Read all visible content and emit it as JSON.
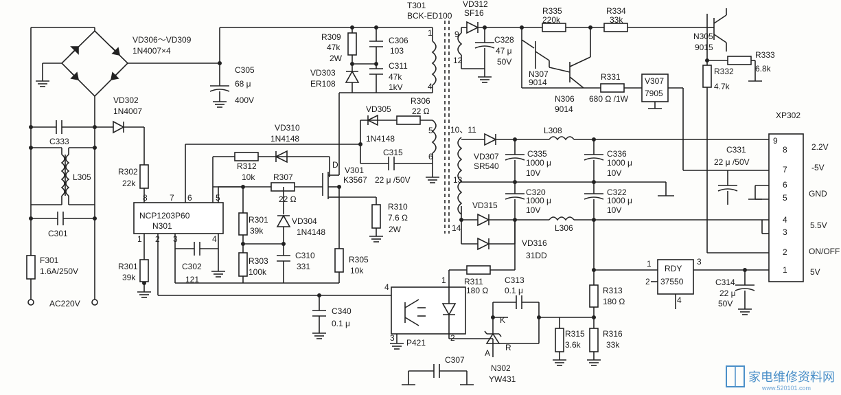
{
  "labels": [
    {
      "id": "vd306-309",
      "text": "VD306～VD309"
    },
    {
      "id": "vd306-309-part",
      "text": "1N4007×4"
    },
    {
      "id": "vd302",
      "text": "VD302"
    },
    {
      "id": "vd302-part",
      "text": "1N4007"
    },
    {
      "id": "c333",
      "text": "C333"
    },
    {
      "id": "l305",
      "text": "L305"
    },
    {
      "id": "c301",
      "text": "C301"
    },
    {
      "id": "f301",
      "text": "F301"
    },
    {
      "id": "f301-val",
      "text": "1.6A/250V"
    },
    {
      "id": "ac220v",
      "text": "AC220V"
    },
    {
      "id": "c305",
      "text": "C305"
    },
    {
      "id": "c305-val1",
      "text": "68 μ"
    },
    {
      "id": "c305-val2",
      "text": "400V"
    },
    {
      "id": "r302",
      "text": "R302"
    },
    {
      "id": "r302-val",
      "text": "22k"
    },
    {
      "id": "ic-name",
      "text": "NCP1203P60"
    },
    {
      "id": "ic-ref",
      "text": "N301"
    },
    {
      "id": "pin8",
      "text": "8"
    },
    {
      "id": "pin7",
      "text": "7"
    },
    {
      "id": "pin6",
      "text": "6"
    },
    {
      "id": "pin5",
      "text": "5"
    },
    {
      "id": "pin1",
      "text": "1"
    },
    {
      "id": "pin2",
      "text": "2"
    },
    {
      "id": "pin3",
      "text": "3"
    },
    {
      "id": "pin4",
      "text": "4"
    },
    {
      "id": "r301a",
      "text": "R301"
    },
    {
      "id": "r301a-val",
      "text": "39k"
    },
    {
      "id": "c302",
      "text": "C302"
    },
    {
      "id": "c302-val",
      "text": "121"
    },
    {
      "id": "t301",
      "text": "T301"
    },
    {
      "id": "t301-part",
      "text": "BCK-ED100"
    },
    {
      "id": "r309",
      "text": "R309"
    },
    {
      "id": "r309-val1",
      "text": "47k"
    },
    {
      "id": "r309-val2",
      "text": "2W"
    },
    {
      "id": "c306",
      "text": "C306"
    },
    {
      "id": "c306-val",
      "text": "103"
    },
    {
      "id": "c311",
      "text": "C311"
    },
    {
      "id": "c311-val1",
      "text": "47k"
    },
    {
      "id": "c311-val2",
      "text": "1kV"
    },
    {
      "id": "vd303",
      "text": "VD303"
    },
    {
      "id": "vd303-part",
      "text": "ER108"
    },
    {
      "id": "t-pin1",
      "text": "1"
    },
    {
      "id": "t-pin4",
      "text": "4"
    },
    {
      "id": "t-pin5",
      "text": "5"
    },
    {
      "id": "t-pin6",
      "text": "6"
    },
    {
      "id": "vd305",
      "text": "VD305"
    },
    {
      "id": "vd305-part",
      "text": "1N4148"
    },
    {
      "id": "r306",
      "text": "R306"
    },
    {
      "id": "r306-val",
      "text": "22 Ω"
    },
    {
      "id": "c315",
      "text": "C315"
    },
    {
      "id": "c315-val",
      "text": "22 μ /50V"
    },
    {
      "id": "vd310",
      "text": "VD310"
    },
    {
      "id": "vd310-part",
      "text": "1N4148"
    },
    {
      "id": "r312",
      "text": "R312"
    },
    {
      "id": "r312-val",
      "text": "10k"
    },
    {
      "id": "r307",
      "text": "R307"
    },
    {
      "id": "r307-val",
      "text": "22 Ω"
    },
    {
      "id": "mos-d",
      "text": "D"
    },
    {
      "id": "v301",
      "text": "V301"
    },
    {
      "id": "v301-part",
      "text": "K3567"
    },
    {
      "id": "r310",
      "text": "R310"
    },
    {
      "id": "r310-val1",
      "text": "7.6 Ω"
    },
    {
      "id": "r310-val2",
      "text": "2W"
    },
    {
      "id": "r301b",
      "text": "R301"
    },
    {
      "id": "r301b-val",
      "text": "39k"
    },
    {
      "id": "vd304",
      "text": "VD304"
    },
    {
      "id": "vd304-part",
      "text": "1N4148"
    },
    {
      "id": "r303",
      "text": "R303"
    },
    {
      "id": "r303-val",
      "text": "100k"
    },
    {
      "id": "c310",
      "text": "C310"
    },
    {
      "id": "c310-val",
      "text": "331"
    },
    {
      "id": "r305",
      "text": "R305"
    },
    {
      "id": "r305-val",
      "text": "10k"
    },
    {
      "id": "c340",
      "text": "C340"
    },
    {
      "id": "c340-val",
      "text": "0.1 μ"
    },
    {
      "id": "opto-pin4",
      "text": "4"
    },
    {
      "id": "opto-pin1",
      "text": "1"
    },
    {
      "id": "opto-pin3",
      "text": "3"
    },
    {
      "id": "opto-pin2",
      "text": "2"
    },
    {
      "id": "p421",
      "text": "P421"
    },
    {
      "id": "r311",
      "text": "R311"
    },
    {
      "id": "r311-val",
      "text": "180 Ω"
    },
    {
      "id": "c313",
      "text": "C313"
    },
    {
      "id": "c313-val",
      "text": "0.1 μ"
    },
    {
      "id": "tl-k",
      "text": "K"
    },
    {
      "id": "tl-a",
      "text": "A"
    },
    {
      "id": "tl-r",
      "text": "R"
    },
    {
      "id": "n302",
      "text": "N302"
    },
    {
      "id": "n302-part",
      "text": "YW431"
    },
    {
      "id": "c307",
      "text": "C307"
    },
    {
      "id": "r315",
      "text": "R315"
    },
    {
      "id": "r315-val",
      "text": "3.6k"
    },
    {
      "id": "r316",
      "text": "R316"
    },
    {
      "id": "r316-val",
      "text": "33k"
    },
    {
      "id": "r313",
      "text": "R313"
    },
    {
      "id": "r313-val",
      "text": "180 Ω"
    },
    {
      "id": "vd312",
      "text": "VD312"
    },
    {
      "id": "vd312-part",
      "text": "SF16"
    },
    {
      "id": "s-pin9",
      "text": "9"
    },
    {
      "id": "s-pin12",
      "text": "12"
    },
    {
      "id": "c328",
      "text": "C328"
    },
    {
      "id": "c328-val1",
      "text": "47 μ"
    },
    {
      "id": "c328-val2",
      "text": "50V"
    },
    {
      "id": "r335",
      "text": "R335"
    },
    {
      "id": "r335-val",
      "text": "220k"
    },
    {
      "id": "r334",
      "text": "R334"
    },
    {
      "id": "r334-val",
      "text": "33k"
    },
    {
      "id": "n307",
      "text": "N307"
    },
    {
      "id": "n307-part",
      "text": "9014"
    },
    {
      "id": "n306",
      "text": "N306"
    },
    {
      "id": "n306-part",
      "text": "9014"
    },
    {
      "id": "r331",
      "text": "R331"
    },
    {
      "id": "r331-val",
      "text": "680 Ω /1W"
    },
    {
      "id": "v307",
      "text": "V307"
    },
    {
      "id": "v307-part",
      "text": "7905"
    },
    {
      "id": "n305",
      "text": "N305"
    },
    {
      "id": "n305-part",
      "text": "9015"
    },
    {
      "id": "r333",
      "text": "R333"
    },
    {
      "id": "r333-val",
      "text": "6.8k"
    },
    {
      "id": "r332",
      "text": "R332"
    },
    {
      "id": "r332-val",
      "text": "4.7k"
    },
    {
      "id": "s-pin10-11",
      "text": "10、11"
    },
    {
      "id": "vd307",
      "text": "VD307"
    },
    {
      "id": "vd307-part",
      "text": "SR540"
    },
    {
      "id": "l308",
      "text": "L308"
    },
    {
      "id": "c335",
      "text": "C335"
    },
    {
      "id": "c335-val1",
      "text": "1000 μ"
    },
    {
      "id": "c335-val2",
      "text": "10V"
    },
    {
      "id": "c336",
      "text": "C336"
    },
    {
      "id": "c336-val1",
      "text": "1000 μ"
    },
    {
      "id": "c336-val2",
      "text": "10V"
    },
    {
      "id": "c331",
      "text": "C331"
    },
    {
      "id": "c331-val",
      "text": "22 μ /50V"
    },
    {
      "id": "s-pin13",
      "text": "13"
    },
    {
      "id": "c320",
      "text": "C320"
    },
    {
      "id": "c320-val1",
      "text": "1000 μ"
    },
    {
      "id": "c320-val2",
      "text": "10V"
    },
    {
      "id": "c322",
      "text": "C322"
    },
    {
      "id": "c322-val1",
      "text": "1000 μ"
    },
    {
      "id": "c322-val2",
      "text": "10V"
    },
    {
      "id": "s-pin14",
      "text": "14"
    },
    {
      "id": "vd315",
      "text": "VD315"
    },
    {
      "id": "l306",
      "text": "L306"
    },
    {
      "id": "vd316",
      "text": "VD316"
    },
    {
      "id": "vd316-part",
      "text": "31DD"
    },
    {
      "id": "rdy",
      "text": "RDY"
    },
    {
      "id": "rdy-part",
      "text": "37550"
    },
    {
      "id": "rdy-pin1",
      "text": "1"
    },
    {
      "id": "rdy-pin2",
      "text": "2"
    },
    {
      "id": "rdy-pin3",
      "text": "3"
    },
    {
      "id": "rdy-pin4",
      "text": "4"
    },
    {
      "id": "c314",
      "text": "C314"
    },
    {
      "id": "c314-val1",
      "text": "22 μ"
    },
    {
      "id": "c314-val2",
      "text": "50V"
    },
    {
      "id": "xp302",
      "text": "XP302"
    },
    {
      "id": "xp-9",
      "text": "9"
    },
    {
      "id": "xp-8",
      "text": "8"
    },
    {
      "id": "xp-7",
      "text": "7"
    },
    {
      "id": "xp-6",
      "text": "6"
    },
    {
      "id": "xp-5",
      "text": "5"
    },
    {
      "id": "xp-4",
      "text": "4"
    },
    {
      "id": "xp-3",
      "text": "3"
    },
    {
      "id": "xp-2",
      "text": "2"
    },
    {
      "id": "xp-1",
      "text": "1"
    },
    {
      "id": "out-22v",
      "text": "2.2V"
    },
    {
      "id": "out-m5v",
      "text": "-5V"
    },
    {
      "id": "out-gnd",
      "text": "GND"
    },
    {
      "id": "out-55v",
      "text": "5.5V"
    },
    {
      "id": "out-onoff",
      "text": "ON/OFF"
    },
    {
      "id": "out-5v",
      "text": "5V"
    }
  ],
  "watermark": {
    "text": "家电维修资料网",
    "url": "www.520101.com"
  }
}
